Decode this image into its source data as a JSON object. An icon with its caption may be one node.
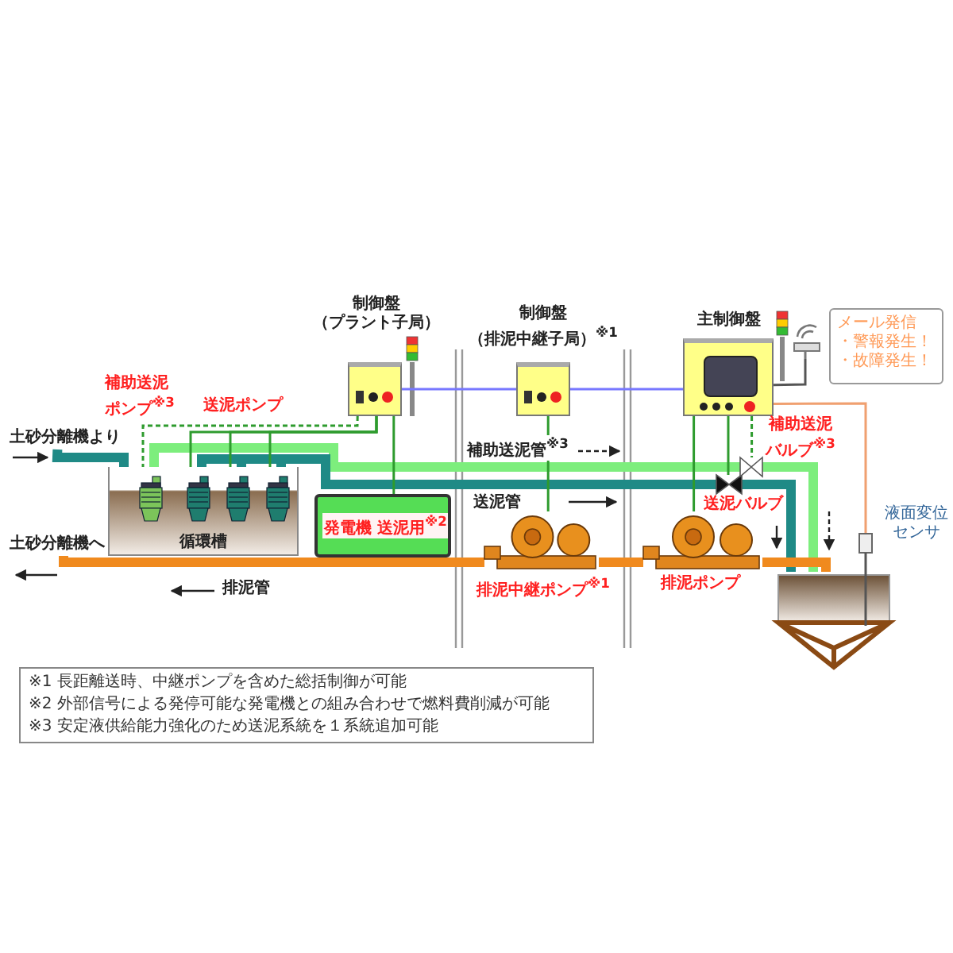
{
  "diagram": {
    "nodes": [
      {
        "text": [
          "制御盤",
          "（プラント子局）"
        ]
      },
      {
        "text": [
          "制御盤",
          "（排泥中継子局）$^{※1}$"
        ]
      },
      {
        "text": [
          "主制御盤"
        ]
      },
      {
        "text": [
          "メール発信",
          "・警報発生！",
          "・故障発生！"
        ]
      },
      {
        "text": [
          "循環槽"
        ]
      },
      {
        "text": [],
        "shape": "picture",
        "in": 4
      },
      {
        "text": [],
        "shape": "picture",
        "in": 4
      },
      {
        "text": [],
        "shape": "picture",
        "in": 4
      },
      {
        "text": [],
        "shape": "picture",
        "in": 4
      },
      {
        "text": [
          "発電機 送泥用$^{※2}$"
        ]
      },
      {
        "text": [],
        "shape": "picture",
        "beside": [
          "排泥中継ポンプ$^{※1}$"
        ]
      },
      {
        "text": [],
        "shape": "picture",
        "beside": [
          "排泥ポンプ"
        ]
      },
      {
        "text": [],
        "shape": "picture",
        "beside": [
          "送泥バルブ"
        ]
      },
      {
        "text": [],
        "shape": "picture",
        "beside": [
          "補助送泥バルブ$^{※3}$"
        ]
      },
      {
        "text": [],
        "shape": "picture"
      },
      {
        "text": [],
        "shape": "picture"
      },
      {
        "text": [],
        "shape": "picture",
        "beside": [
          "液面変位センサ"
        ]
      },
      {
        "text": [
          "土砂分離機より"
        ]
      },
      {
        "text": [
          "土砂分離機へ"
        ]
      }
    ],
    "edges": [
      {
        "from": 0,
        "to": 1,
        "arrow": "none",
        "color": "#7777ff"
      },
      {
        "from": 1,
        "to": 2,
        "arrow": "none",
        "color": "#7777ff"
      },
      {
        "from": 0,
        "to": 5,
        "arrow": "none",
        "style": "dashed"
      },
      {
        "from": 0,
        "to": 6,
        "arrow": "none"
      },
      {
        "from": 0,
        "to": 7,
        "arrow": "none"
      },
      {
        "from": 0,
        "to": 8,
        "arrow": "none"
      },
      {
        "from": 0,
        "to": 9,
        "arrow": "none"
      },
      {
        "from": 1,
        "to": 10,
        "arrow": "none"
      },
      {
        "from": 2,
        "to": 11,
        "arrow": "none"
      },
      {
        "from": 2,
        "to": 12,
        "arrow": "none"
      },
      {
        "from": 2,
        "to": 13,
        "arrow": "none",
        "style": "dashed"
      },
      {
        "from": 2,
        "to": 14,
        "arrow": "none",
        "color": "#555555"
      },
      {
        "from": 2,
        "to": 16,
        "arrow": "none",
        "color": "#f0a070"
      },
      {
        "from": 5,
        "to": 13,
        "arrow": "none",
        "style": "thick",
        "color": "#7dee7d"
      },
      {
        "from": 13,
        "to": 15,
        "arrow": "none",
        "style": "thick",
        "color": "#7dee7d"
      },
      {
        "from": 6,
        "to": 12,
        "arrow": "none",
        "style": "thick",
        "color": "#1f8a86"
      },
      {
        "from": 7,
        "to": 12,
        "arrow": "none",
        "style": "thick",
        "color": "#1f8a86"
      },
      {
        "from": 8,
        "to": 12,
        "arrow": "none",
        "style": "thick",
        "color": "#1f8a86"
      },
      {
        "from": 12,
        "to": 15,
        "arrow": "none",
        "style": "thick",
        "color": "#1f8a86"
      },
      {
        "from": 17,
        "to": 4,
        "arrow": "none",
        "style": "thick",
        "color": "#1f8a86"
      },
      {
        "from": 15,
        "to": 11,
        "arrow": "none",
        "style": "thick",
        "color": "#f08a1e"
      },
      {
        "from": 11,
        "to": 10,
        "arrow": "none",
        "style": "thick",
        "color": "#f08a1e"
      },
      {
        "from": 10,
        "to": 18,
        "arrow": "none",
        "style": "thick",
        "color": "#f08a1e"
      }
    ],
    "labels": [
      "補助送泥ポンプ$^{※3}$",
      "送泥ポンプ",
      "補助送泥管$^{※3}$",
      "送泥管",
      "排泥管",
      "※1 長距離送時、中継ポンプを含めた総括制御が可能",
      "※2 外部信号による発停可能な発電機との組み合わせで燃料費削減が可能",
      "※3 安定液供給能力強化のため送泥系統を１系統追加可能"
    ]
  }
}
